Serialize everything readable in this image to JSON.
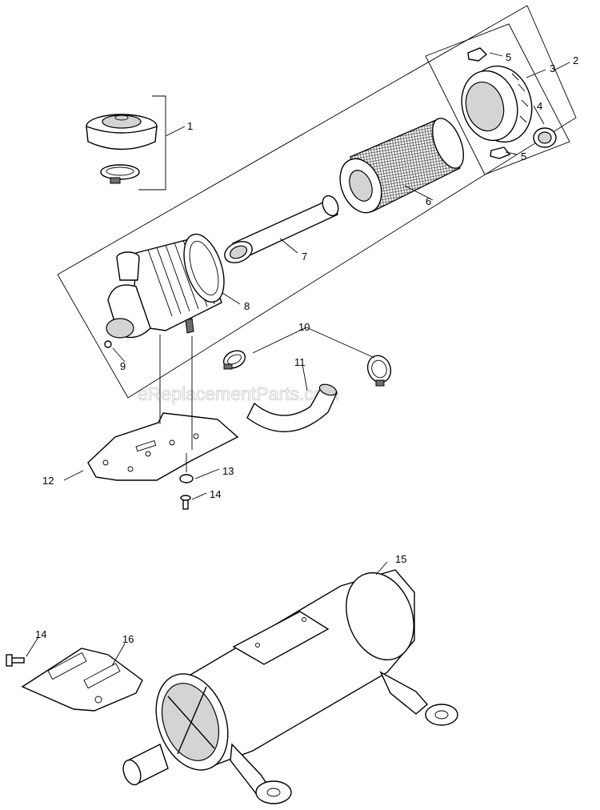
{
  "watermark": "eReplacementParts.com",
  "callouts": {
    "c1": "1",
    "c2": "2",
    "c3": "3",
    "c4": "4",
    "c5a": "5",
    "c5b": "5",
    "c6": "6",
    "c7": "7",
    "c8": "8",
    "c9": "9",
    "c10": "10",
    "c11": "11",
    "c12": "12",
    "c13": "13",
    "c14a": "14",
    "c14b": "14",
    "c15": "15",
    "c16": "16"
  }
}
